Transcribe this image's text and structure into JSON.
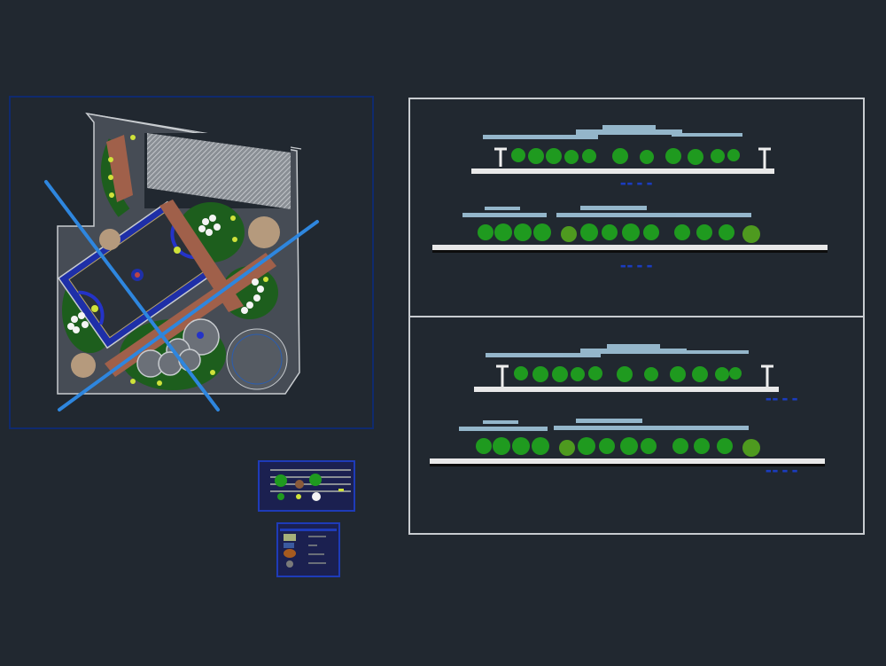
{
  "canvas": {
    "background": "#212830",
    "viewport_frame_color": "#0f2a6e",
    "sheet_frame_color": "#c8ccd0"
  },
  "site_plan": {
    "name": "site-plan",
    "elements": [
      "parking-lot-hatched",
      "basketball-court",
      "circular-plaza",
      "fountain-circles",
      "garden-beds",
      "diagonal-paths",
      "section-cut-lines"
    ],
    "section_line_color": "#2e86de"
  },
  "sections_sheet": {
    "upper_panel": {
      "section_a_label": "▬▬ ▬ ▬",
      "section_b_label": "▬▬ ▬ ▬"
    },
    "lower_panel": {
      "section_c_label": "▬▬ ▬ ▬",
      "section_d_label": "▬▬ ▬ ▬"
    }
  },
  "legend_vegetation": {
    "name": "vegetation-legend"
  },
  "legend_furniture": {
    "name": "furniture-legend"
  },
  "colors": {
    "tree": "#1f9a1f",
    "tree_dark": "#157015",
    "cloud": "#a9cfe6",
    "ground": "#e8e8e8",
    "path_brick": "#a0604a",
    "court_blue": "#1e2fa8",
    "white_flower": "#f4f4f4",
    "yellow_shrub": "#cfe23a"
  }
}
